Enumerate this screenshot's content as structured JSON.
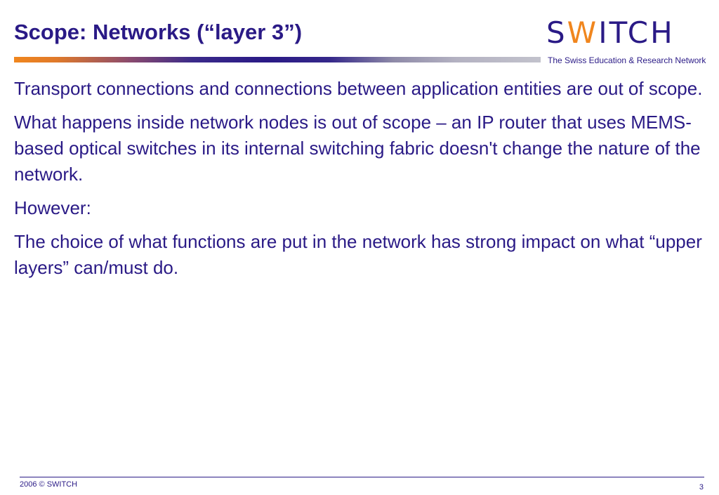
{
  "slide": {
    "title": "Scope: Networks (“layer 3”)",
    "paragraphs": [
      "Transport connections and connections between application entities are out of scope.",
      "What happens inside network nodes is out of scope – an IP router that uses MEMS-based optical switches in its internal switching fabric doesn't change the nature of the network.",
      "However:",
      "The choice of what functions are put in the network has strong impact on what “upper layers” can/must do."
    ]
  },
  "logo": {
    "word_start": "S",
    "word_accent": "W",
    "word_end": "ITCH",
    "tagline": "The Swiss Education & Research Network"
  },
  "footer": {
    "copyright": "2006 © SWITCH",
    "page_number": "3"
  },
  "colors": {
    "text": "#2a1a86",
    "accent": "#f0861e"
  }
}
